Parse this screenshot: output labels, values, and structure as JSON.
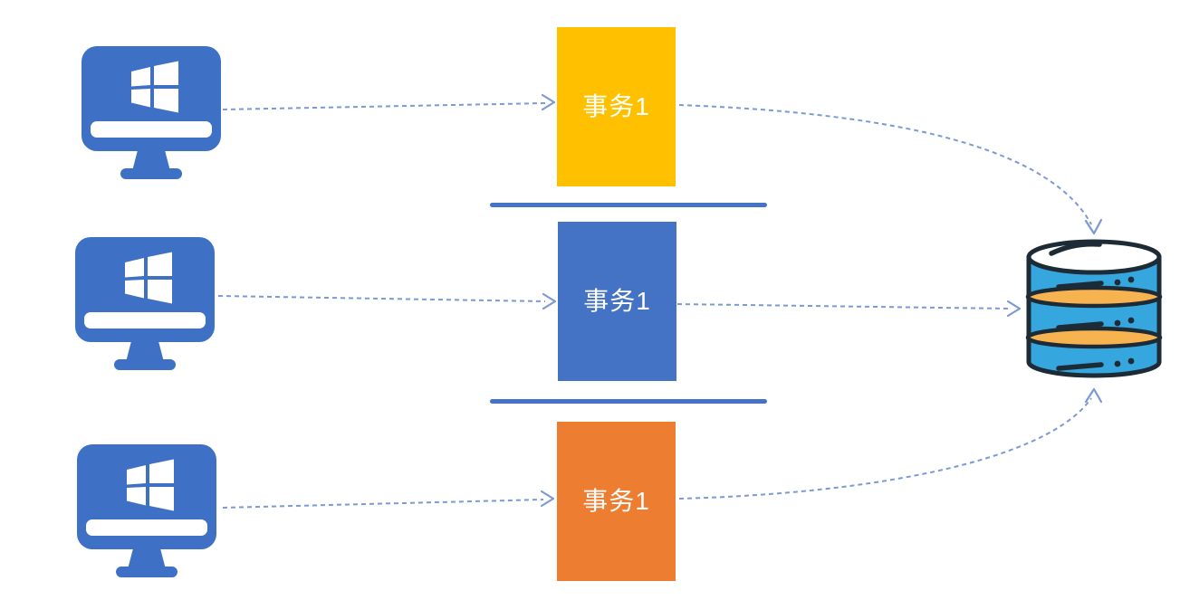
{
  "diagram": {
    "description": "Three client computers each run a transaction against one shared database",
    "clients": [
      {
        "id": "client-1",
        "icon": "windows-monitor-icon"
      },
      {
        "id": "client-2",
        "icon": "windows-monitor-icon"
      },
      {
        "id": "client-3",
        "icon": "windows-monitor-icon"
      }
    ],
    "transactions": [
      {
        "label": "事务1",
        "color": "#FFC000"
      },
      {
        "label": "事务1",
        "color": "#4472C4"
      },
      {
        "label": "事务1",
        "color": "#ED7D31"
      }
    ],
    "database": {
      "id": "database",
      "icon": "database-cylinder-icon"
    },
    "separators": 2,
    "arrows": [
      {
        "from": "client-1",
        "to": "transaction-1",
        "style": "dashed"
      },
      {
        "from": "client-2",
        "to": "transaction-2",
        "style": "dashed"
      },
      {
        "from": "client-3",
        "to": "transaction-3",
        "style": "dashed"
      },
      {
        "from": "transaction-1",
        "to": "database",
        "style": "dashed-curved"
      },
      {
        "from": "transaction-2",
        "to": "database",
        "style": "dashed"
      },
      {
        "from": "transaction-3",
        "to": "database",
        "style": "dashed-curved"
      }
    ]
  },
  "colors": {
    "tx1-color": "#FFC000",
    "tx2-color": "#4472C4",
    "tx3-color": "#ED7D31",
    "label-color": "#FFFFFF",
    "separator-color": "#4472C4",
    "arrow-color": "#7C99D4",
    "monitor-blue": "#3E70C6",
    "db-blue": "#36A6DE",
    "db-orange": "#F6B350",
    "db-outline": "#1C2B35"
  }
}
